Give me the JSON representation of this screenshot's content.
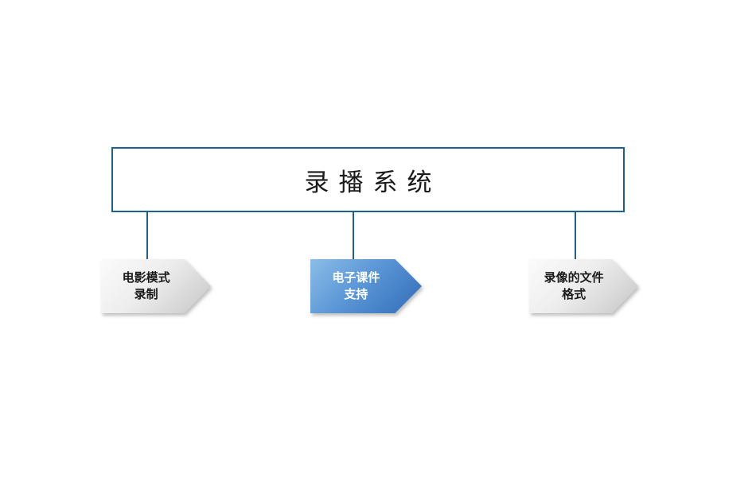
{
  "diagram": {
    "title": "录播系统",
    "nodes": [
      {
        "id": "movie-mode-recording",
        "line1": "电影模式",
        "line2": "录制",
        "variant": "gray"
      },
      {
        "id": "e-courseware-support",
        "line1": "电子课件",
        "line2": "支持",
        "variant": "blue"
      },
      {
        "id": "recording-file-format",
        "line1": "录像的文件",
        "line2": "格式",
        "variant": "gray"
      }
    ],
    "colors": {
      "title_border": "#1f618d",
      "connector": "#1f618d",
      "gray_node_start": "#fbfbfb",
      "gray_node_end": "#c6c6c6",
      "blue_node_start": "#8bbde9",
      "blue_node_end": "#2f6db8",
      "gray_node_text": "#1a1a1a",
      "blue_node_text": "#ffffff"
    }
  }
}
